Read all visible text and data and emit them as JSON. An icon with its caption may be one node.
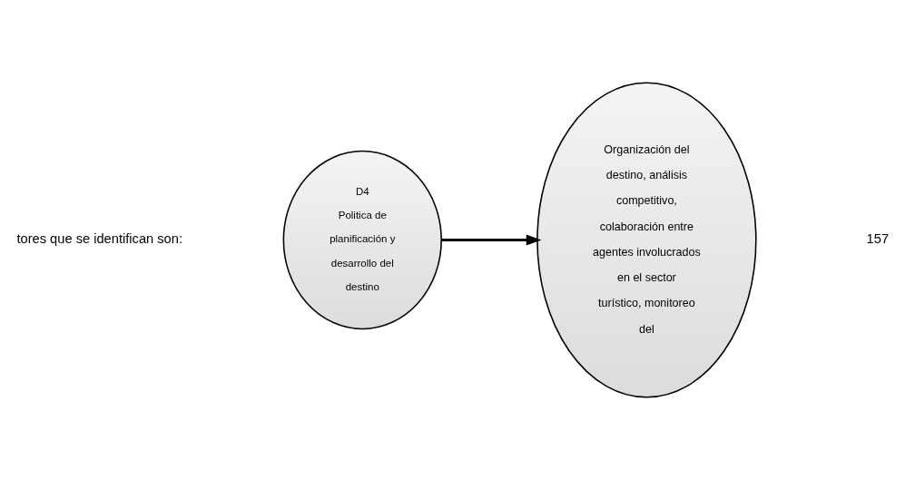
{
  "diagram": {
    "nodes": [
      {
        "text": [
          "D4",
          "Politica de planificación y desarrollo del destino"
        ]
      },
      {
        "text": [
          "Organización del destino, análisis competitivo, colaboración entre agentes involucrados en el sector turístico, monitoreo del"
        ]
      }
    ],
    "edges": [
      {
        "from": 0,
        "to": 1,
        "arrow": "to"
      }
    ],
    "labels": [
      "tores que se identifican son:",
      "157"
    ]
  }
}
